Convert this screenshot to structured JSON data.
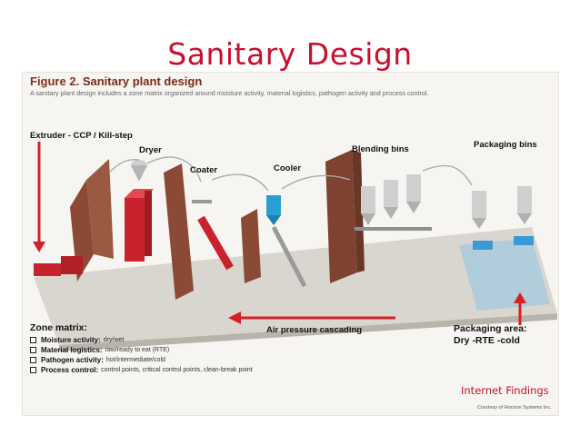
{
  "slide": {
    "title": "Sanitary Design",
    "note": "Internet Findings"
  },
  "figure": {
    "number": "Figure 2.",
    "title": "Sanitary plant design",
    "caption": "A sanitary plant design includes a zone matrix organized around moisture activity, material logistics, pathogen activity and process control.",
    "courtesy": "Courtesy of Horizon Systems Inc.",
    "callouts": {
      "extruder": "Extruder - CCP / Kill-step",
      "dryer": "Dryer",
      "coater": "Coater",
      "cooler": "Cooler",
      "blending": "Blending bins",
      "packaging": "Packaging bins",
      "air": "Air pressure cascading"
    },
    "zone_matrix": {
      "heading": "Zone matrix:",
      "rows": [
        {
          "label": "Moisture activity:",
          "value": "dry/wet"
        },
        {
          "label": "Material logistics:",
          "value": "raw/ready to eat (RTE)"
        },
        {
          "label": "Pathogen activity:",
          "value": "hot/intermediate/cold"
        },
        {
          "label": "Process control:",
          "value": "control points, critical control points, clean-break point"
        }
      ]
    },
    "packaging_area": {
      "line1": "Packaging area:",
      "line2": "Dry -RTE -cold"
    }
  },
  "colors": {
    "title": "#c8102e",
    "accent_red": "#c8232c",
    "accent_blue": "#2a9fd6",
    "wall": "#8a4a36"
  }
}
